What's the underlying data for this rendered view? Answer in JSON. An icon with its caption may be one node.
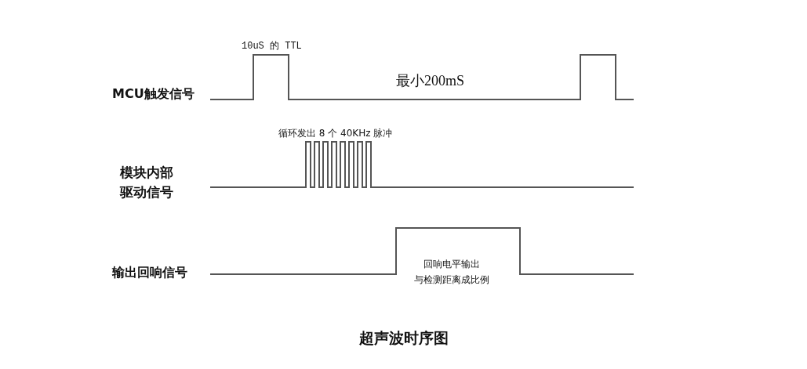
{
  "diagram": {
    "caption": "超声波时序图",
    "labels": [
      "10uS 的 TTL",
      "MCU触发信号",
      "最小200mS",
      "循环发出 8 个 40KHz 脉冲",
      "模块内部驱动信号",
      "输出回响信号",
      "回响电平输出",
      "与检测距离成比例"
    ]
  }
}
